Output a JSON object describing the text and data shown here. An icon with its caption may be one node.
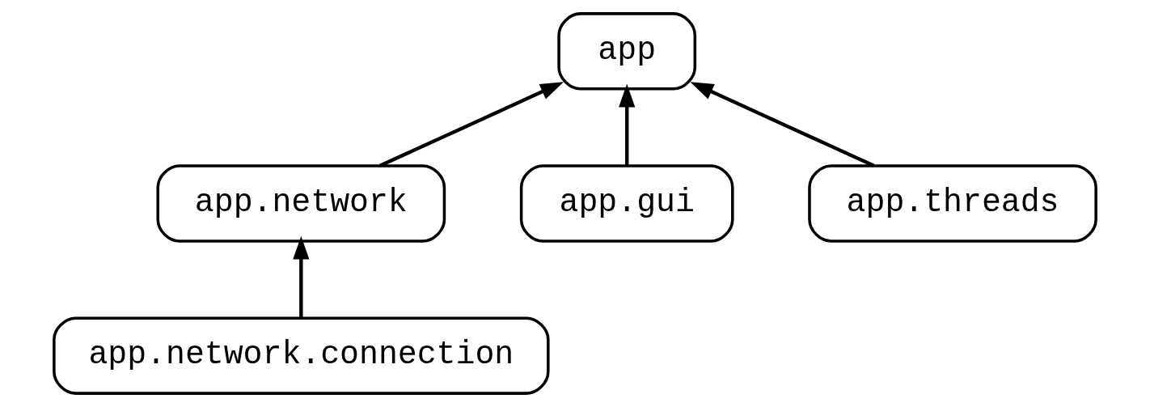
{
  "diagram": {
    "nodes": [
      {
        "text": [
          "app"
        ]
      },
      {
        "text": [
          "app.network"
        ]
      },
      {
        "text": [
          "app.gui"
        ]
      },
      {
        "text": [
          "app.threads"
        ]
      },
      {
        "text": [
          "app.network.connection"
        ]
      }
    ],
    "edges": [
      {
        "from": 1,
        "to": 0,
        "arrow": "to"
      },
      {
        "from": 2,
        "to": 0,
        "arrow": "to"
      },
      {
        "from": 3,
        "to": 0,
        "arrow": "to"
      },
      {
        "from": 4,
        "to": 1,
        "arrow": "to"
      }
    ]
  }
}
